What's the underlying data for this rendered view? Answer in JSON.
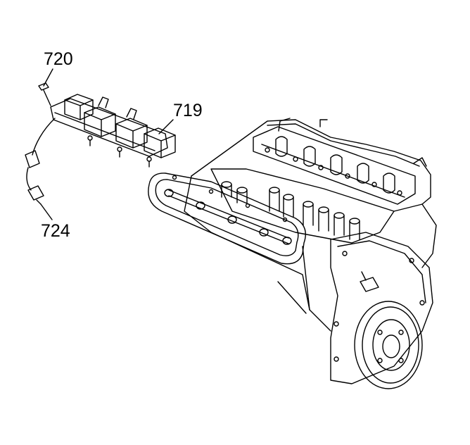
{
  "callouts": {
    "coil_bolt": "720",
    "ignition_coil_assembly": "719",
    "spark_plug_wire": "724"
  },
  "colors": {
    "line": "#000000",
    "background": "#ffffff"
  }
}
